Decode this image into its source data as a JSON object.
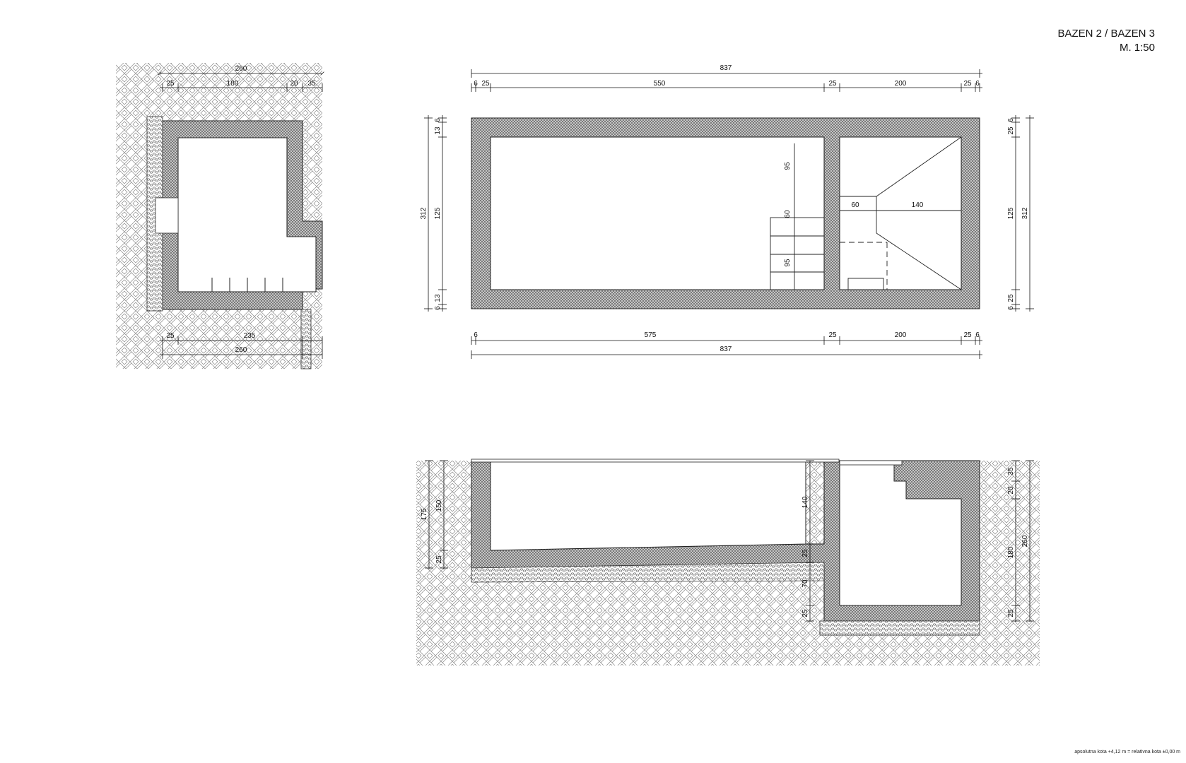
{
  "sheet": {
    "title": "BAZEN 2 / BAZEN 3",
    "scale": "M. 1:50",
    "footer_note": "apsolutna kota +4,12 m = relativna kota ±0,00 m"
  },
  "plan": {
    "top_total": "837",
    "top_left_6": "6",
    "top_wall_25": "25",
    "top_pool": "550",
    "top_mid_wall": "25",
    "top_stair_room": "200",
    "top_right_wall": "25",
    "top_right_6": "6",
    "bottom_left_6": "6",
    "bottom_575": "575",
    "bottom_mid_wall": "25",
    "bottom_stair_room": "200",
    "bottom_right_wall": "25",
    "bottom_right_6": "6",
    "bottom_total": "837",
    "left_total": "312",
    "left_125": "125",
    "left_13_top": "13",
    "left_6_top": "6",
    "left_13_bottom": "13",
    "left_6_bottom": "6",
    "right_total": "312",
    "right_125": "125",
    "right_25_top": "25",
    "right_6_top": "6",
    "right_25_bottom": "25",
    "right_6_bottom": "6",
    "stair_95_top": "95",
    "stair_60": "60",
    "stair_95_bottom": "95",
    "room_60": "60",
    "room_140": "140"
  },
  "section_small": {
    "top_total": "260",
    "top_25": "25",
    "top_180": "180",
    "top_20": "20",
    "top_35": "35",
    "bottom_25": "25",
    "bottom_235": "235",
    "bottom_260": "260"
  },
  "section_long": {
    "left_175": "175",
    "left_150": "150",
    "left_25": "25",
    "mid_140": "140",
    "mid_25": "25",
    "mid_70": "70",
    "mid_25b": "25",
    "right_35": "35",
    "right_20": "20",
    "right_180": "180",
    "right_260": "260",
    "right_25": "25"
  }
}
